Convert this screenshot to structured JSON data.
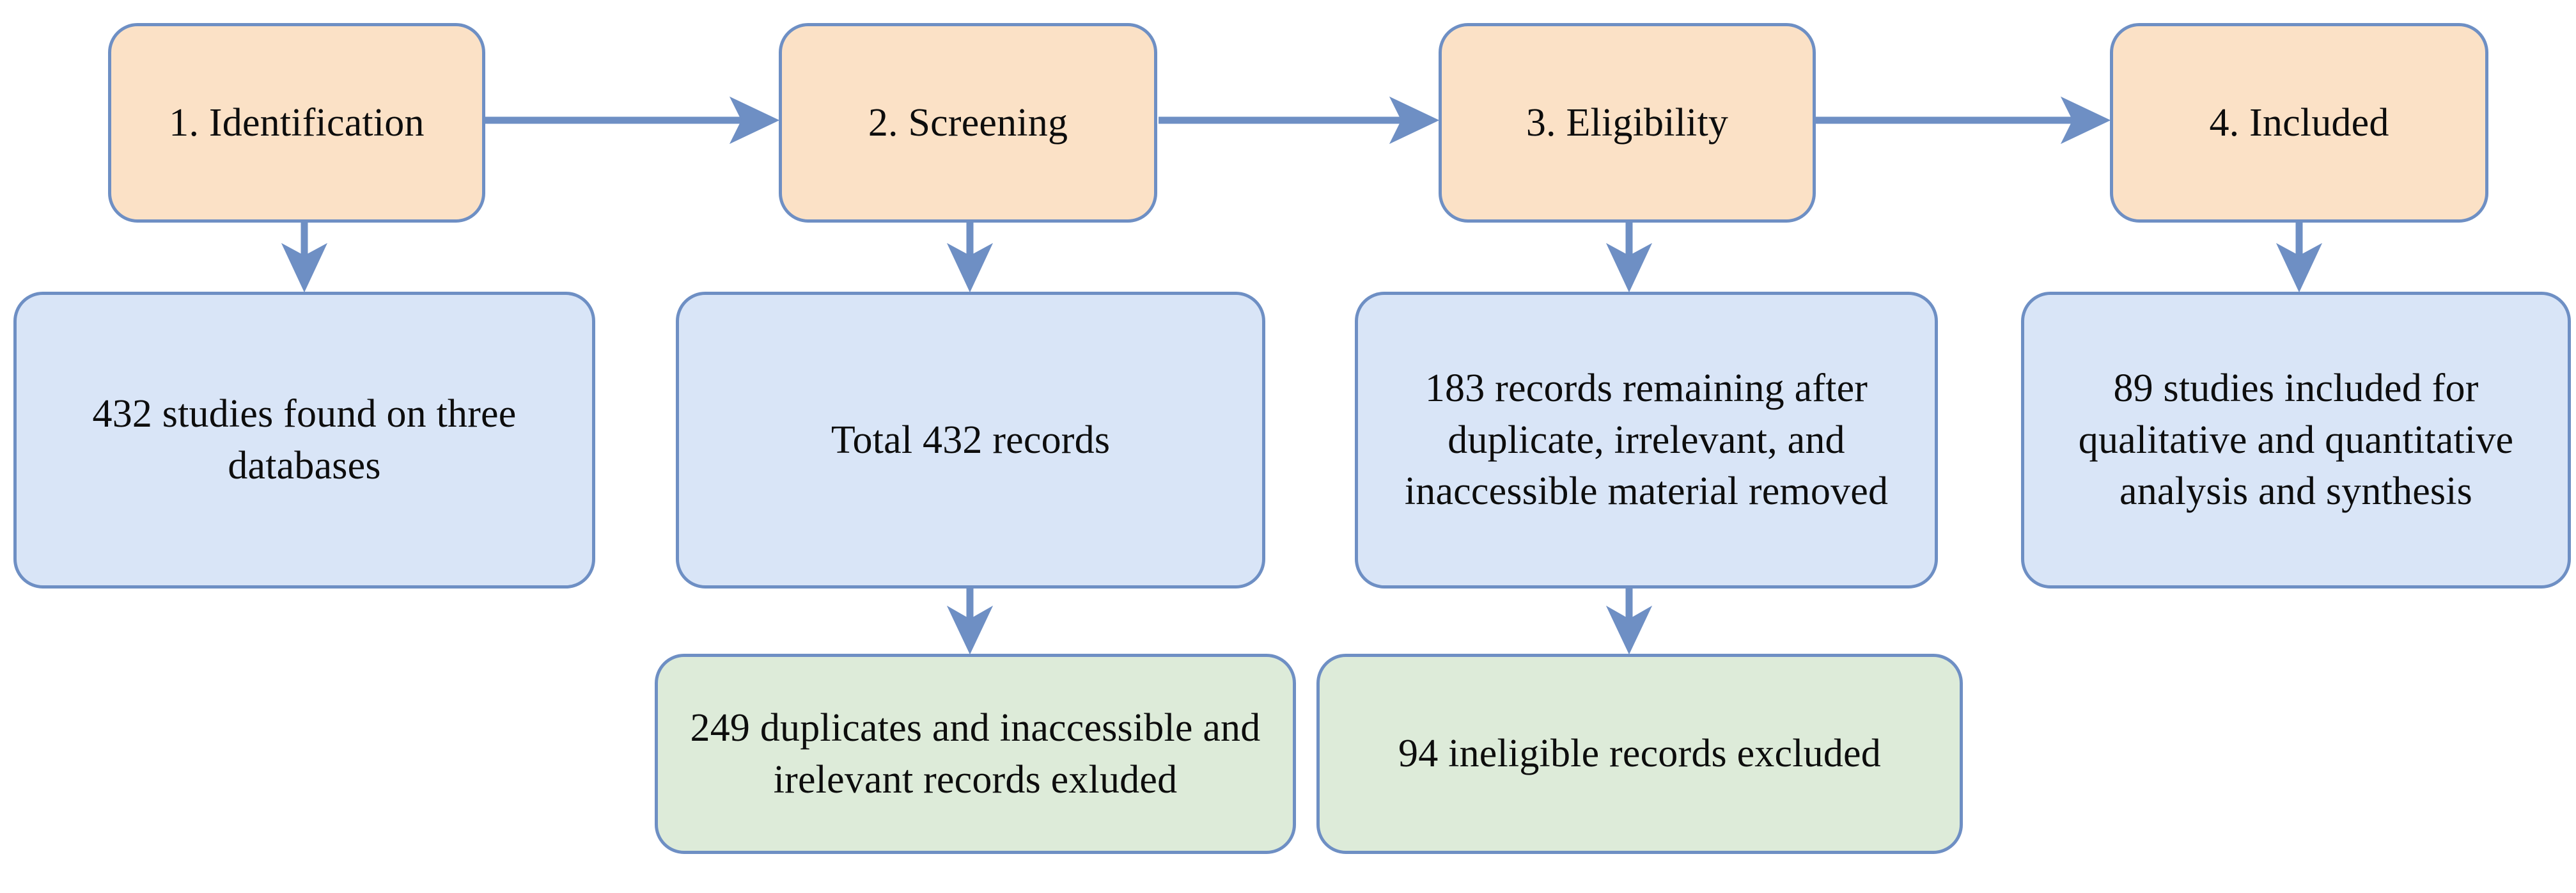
{
  "diagram": {
    "title": "PRISMA study selection flow diagram",
    "colors": {
      "stage_fill": "#FBE1C6",
      "result_fill": "#D9E5F7",
      "excluded_fill": "#DDEBD9",
      "border": "#6E8FC4",
      "arrow": "#6E8FC4",
      "text": "#0d0d0d",
      "background": "#ffffff"
    },
    "stages": [
      {
        "id": "identification",
        "label": "1. Identification"
      },
      {
        "id": "screening",
        "label": "2. Screening"
      },
      {
        "id": "eligibility",
        "label": "3. Eligibility"
      },
      {
        "id": "included",
        "label": "4. Included"
      }
    ],
    "results": [
      {
        "id": "records-found",
        "label": "432 studies found on three databases"
      },
      {
        "id": "total-records",
        "label": "Total 432 records"
      },
      {
        "id": "records-remaining",
        "label": "183 records remaining after duplicate, irrelevant, and inaccessible material removed"
      },
      {
        "id": "studies-included",
        "label": "89 studies included for qualitative and quantitative analysis and synthesis"
      }
    ],
    "exclusions": [
      {
        "id": "duplicates-excluded",
        "label": "249 duplicates and inaccessible and irelevant records exluded"
      },
      {
        "id": "ineligible-excluded",
        "label": "94 ineligible records excluded"
      }
    ]
  }
}
